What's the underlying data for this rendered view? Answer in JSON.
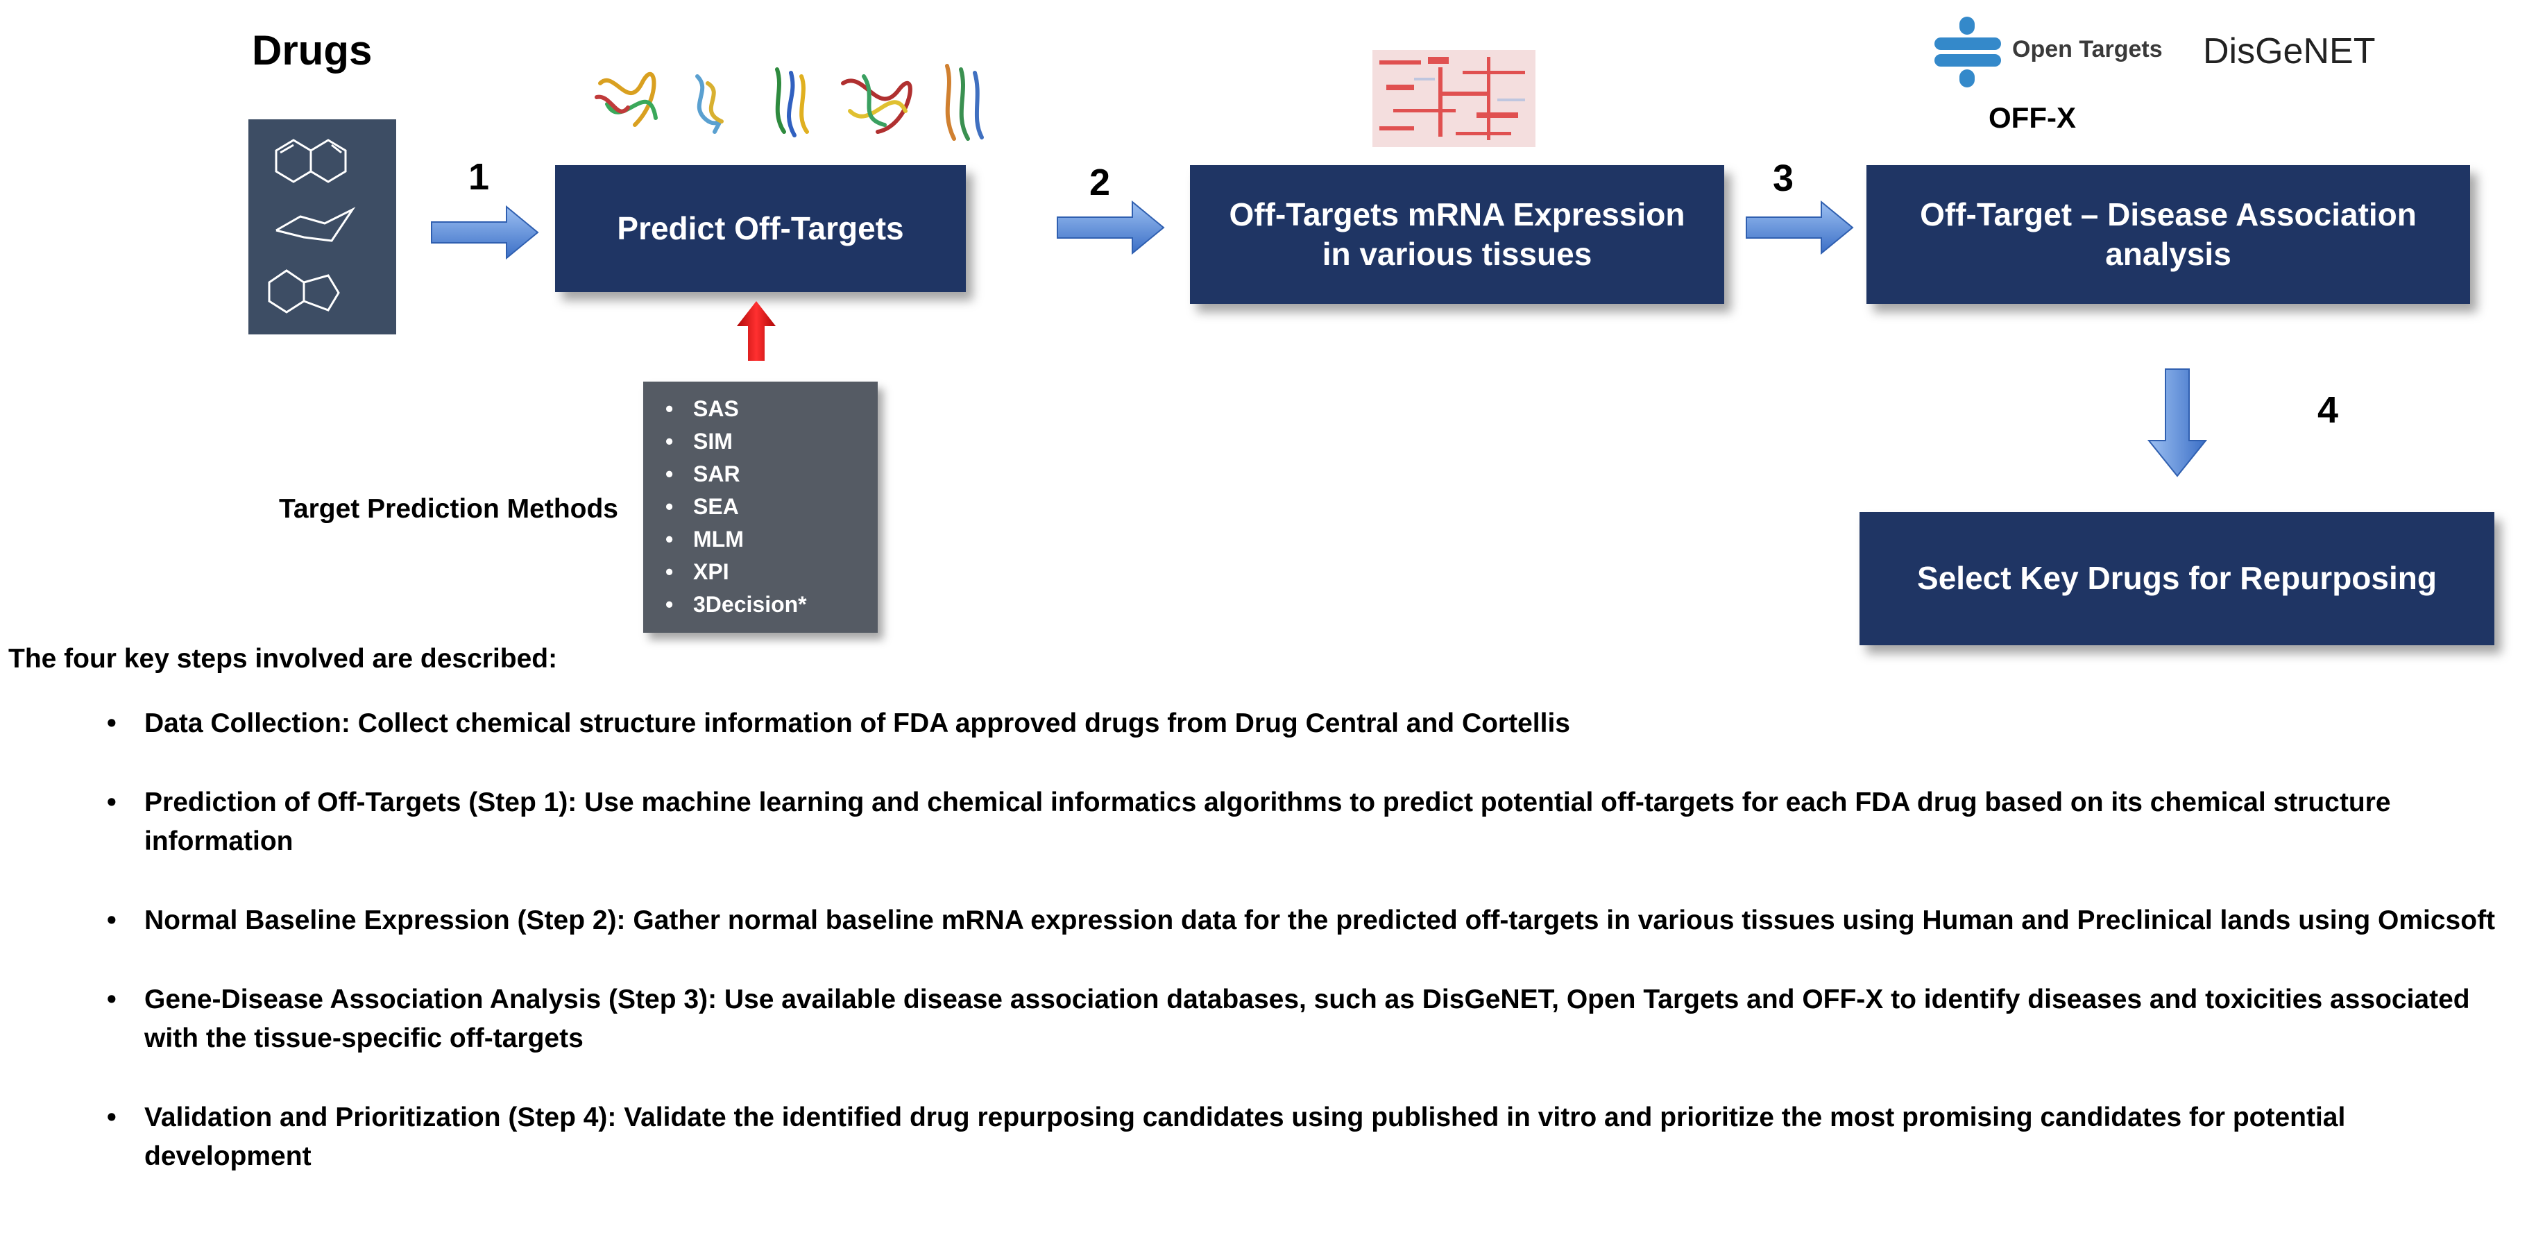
{
  "drugs_label": "Drugs",
  "steps": {
    "one": "1",
    "two": "2",
    "three": "3",
    "four": "4"
  },
  "boxes": {
    "predict": "Predict Off-Targets",
    "mrna_line1": "Off-Targets mRNA Expression",
    "mrna_line2": "in various tissues",
    "disease_line1": "Off-Target – Disease Association",
    "disease_line2": "analysis",
    "select": "Select Key Drugs for Repurposing"
  },
  "logos": {
    "open_targets": "Open Targets",
    "disgenet": "DisGeNET",
    "offx": "OFF-X"
  },
  "methods_label": "Target Prediction Methods",
  "methods": [
    "SAS",
    "SIM",
    "SAR",
    "SEA",
    "MLM",
    "XPI",
    "3Decision*"
  ],
  "description": {
    "heading": "The four key steps involved are described:",
    "items": [
      "Data Collection: Collect chemical structure information of FDA approved drugs from Drug Central and Cortellis",
      "Prediction of Off-Targets (Step 1): Use machine learning and chemical informatics algorithms to predict potential off-targets for each FDA drug based on its chemical structure information",
      "Normal Baseline Expression (Step 2): Gather normal baseline mRNA expression data for the predicted off-targets in various tissues using Human and Preclinical lands using Omicsoft",
      "Gene-Disease Association Analysis (Step 3): Use available disease association databases, such as DisGeNET, Open Targets and OFF-X  to identify diseases and toxicities associated with the tissue-specific off-targets",
      "Validation and Prioritization (Step 4): Validate the identified drug repurposing candidates using published in vitro and prioritize the most promising candidates for potential development"
    ]
  },
  "colors": {
    "box": "#1f3564",
    "arrow_blue": "#4a7fd6",
    "arrow_red": "#e01010",
    "methods_box": "#555b64"
  }
}
